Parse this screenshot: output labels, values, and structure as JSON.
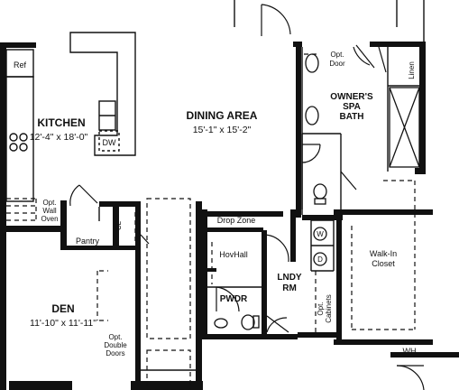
{
  "rooms": {
    "kitchen": {
      "name": "KITCHEN",
      "dims": "12'-4\" x 18'-0\""
    },
    "dining": {
      "name": "DINING AREA",
      "dims": "15'-1\" x 15'-2\""
    },
    "den": {
      "name": "DEN",
      "dims": "11'-10\" x 11'-11\""
    },
    "owners_bath": {
      "line1": "OWNER'S",
      "line2": "SPA",
      "line3": "BATH"
    },
    "laundry": {
      "line1": "LNDY",
      "line2": "RM"
    },
    "powder": {
      "name": "PWDR"
    },
    "walkin": {
      "line1": "Walk-In",
      "line2": "Closet"
    },
    "pantry": {
      "name": "Pantry"
    },
    "hovhall": {
      "name": "HovHall"
    },
    "drop_zone": {
      "name": "Drop Zone"
    }
  },
  "labels": {
    "ref": "Ref",
    "dw": "DW",
    "cl": "CL",
    "linen": "Linen",
    "washer": "W",
    "dryer": "D",
    "water_heater": "WH",
    "opt_wall_oven": [
      "Opt.",
      "Wall",
      "Oven"
    ],
    "opt_door": [
      "Opt.",
      "Door"
    ],
    "opt_cabinets": [
      "Opt.",
      "Cabinets"
    ],
    "opt_double_doors": [
      "Opt.",
      "Double",
      "Doors"
    ]
  }
}
